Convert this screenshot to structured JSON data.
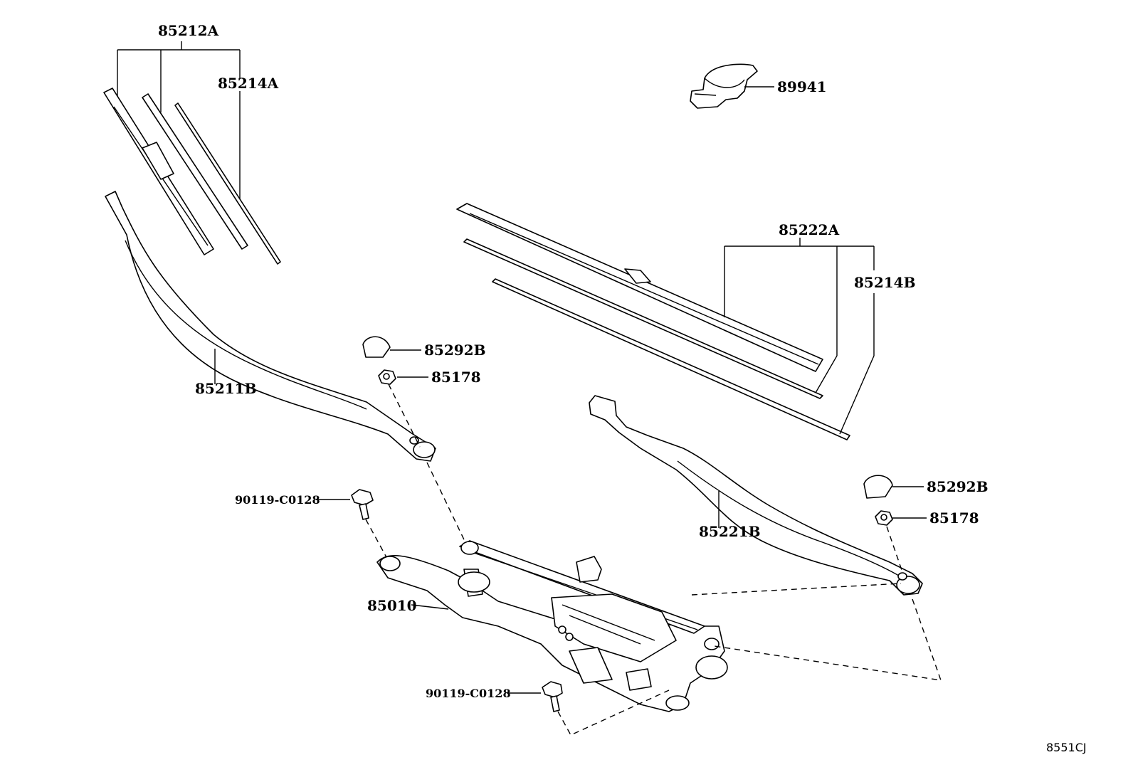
{
  "callouts": {
    "blade_assy_left": "85212A",
    "rubber_left": "85214A",
    "arm_left": "85211B",
    "cap_left": "85292B",
    "nut_left": "85178",
    "bolt_upper": "90119-C0128",
    "link_assy": "85010",
    "bolt_lower": "90119-C0128",
    "rain_sensor": "89941",
    "blade_assy_right": "85222A",
    "rubber_right": "85214B",
    "arm_right": "85221B",
    "cap_right": "85292B",
    "nut_right": "85178"
  },
  "diagram_code": "8551CJ"
}
